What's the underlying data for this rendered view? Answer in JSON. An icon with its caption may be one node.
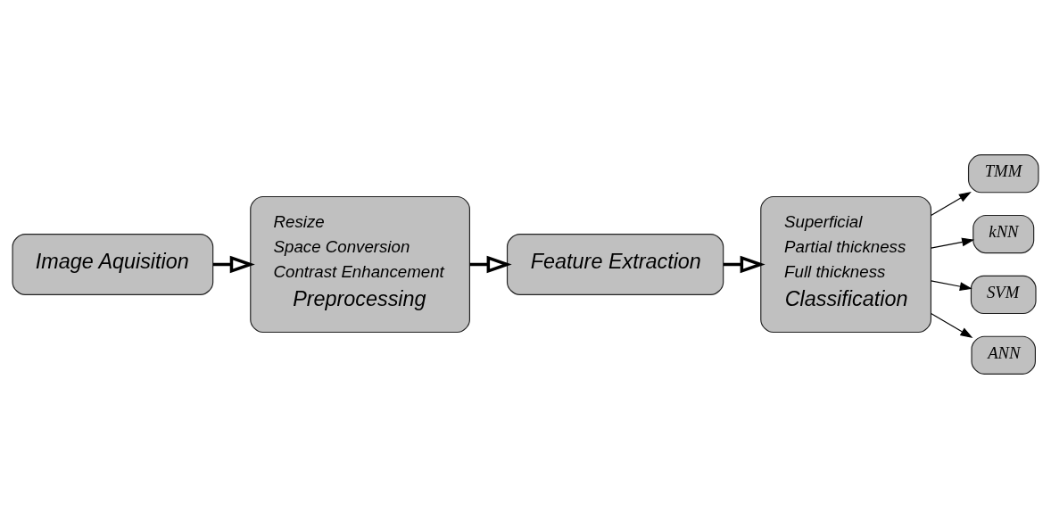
{
  "diagram": {
    "nodes": [
      {
        "text": [
          "Image Aquisition"
        ]
      },
      {
        "text": [
          "Resize",
          "Space Conversion",
          "Contrast Enhancement",
          "Preprocessing"
        ]
      },
      {
        "text": [
          "Feature Extraction"
        ]
      },
      {
        "text": [
          "Superficial",
          "Partial thickness",
          "Full thickness",
          "Classification"
        ]
      },
      {
        "text": [
          "TMM"
        ]
      },
      {
        "text": [
          "kNN"
        ]
      },
      {
        "text": [
          "SVM"
        ]
      },
      {
        "text": [
          "ANN"
        ]
      }
    ],
    "edges": [
      {
        "from": 0,
        "to": 1,
        "arrow": "to",
        "style": "thick"
      },
      {
        "from": 1,
        "to": 2,
        "arrow": "to",
        "style": "thick"
      },
      {
        "from": 2,
        "to": 3,
        "arrow": "to",
        "style": "thick"
      },
      {
        "from": 3,
        "to": 4,
        "arrow": "to"
      },
      {
        "from": 3,
        "to": 5,
        "arrow": "to"
      },
      {
        "from": 3,
        "to": 6,
        "arrow": "to"
      },
      {
        "from": 3,
        "to": 7,
        "arrow": "to"
      }
    ]
  }
}
